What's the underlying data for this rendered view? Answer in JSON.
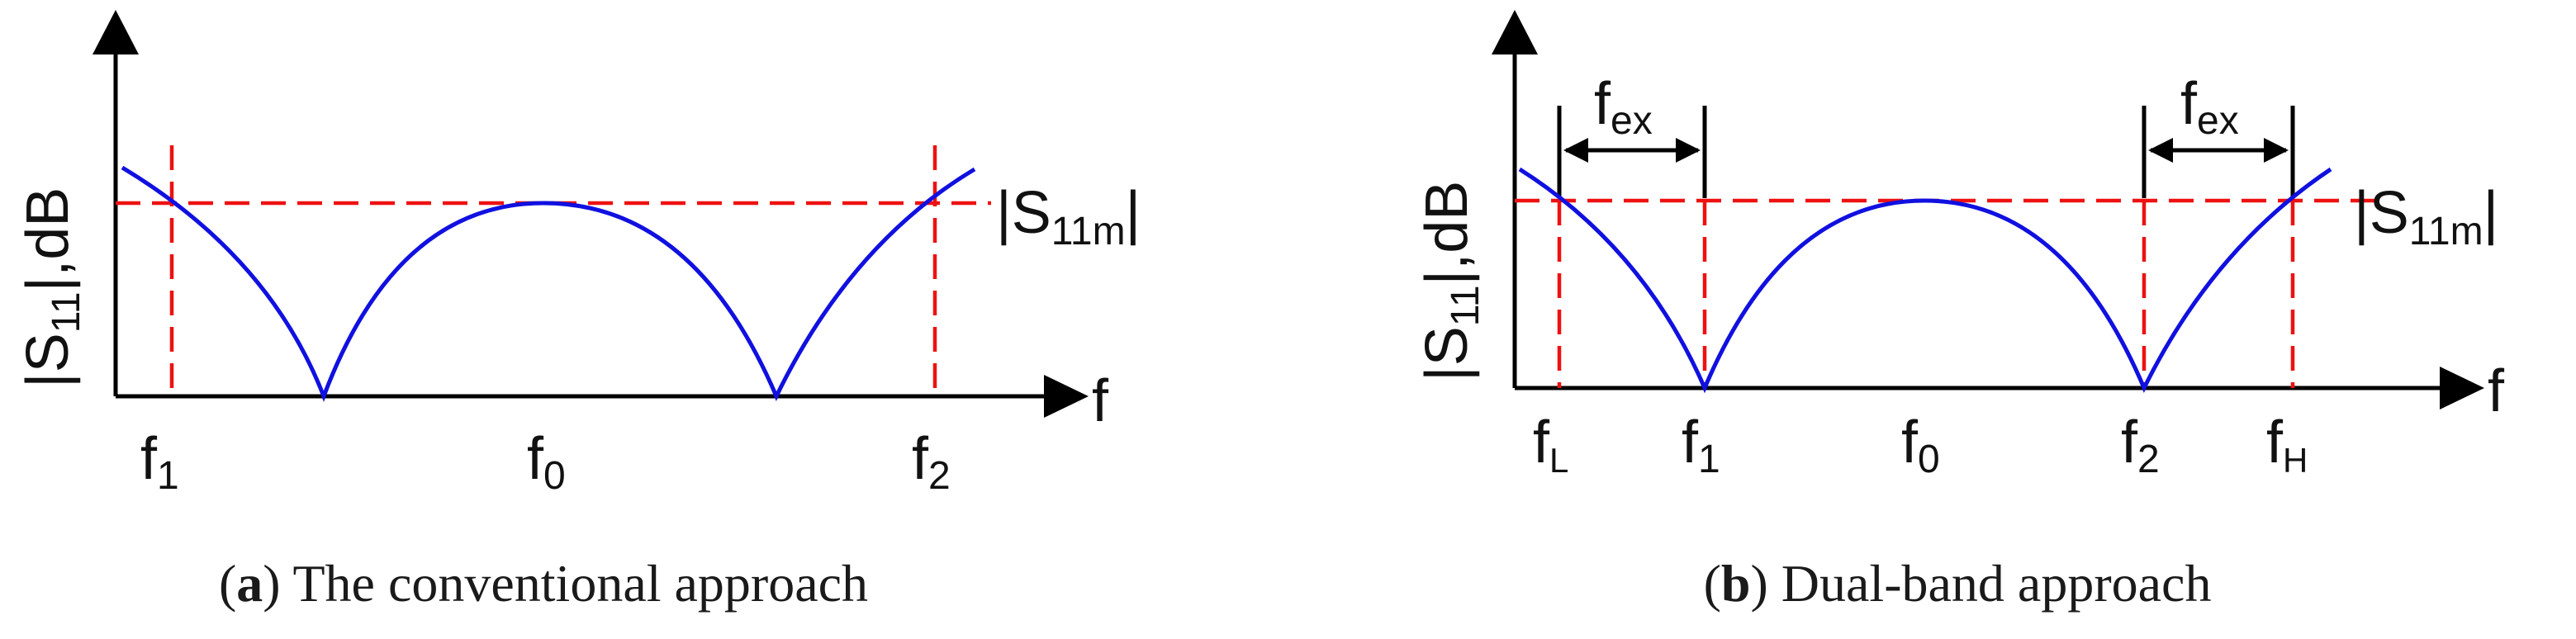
{
  "figure": {
    "colors": {
      "axis": "#000000",
      "curve": "#1010e0",
      "guide": "#ee1111",
      "text": "#111111"
    },
    "panel_a": {
      "ylabel": {
        "main": "|S",
        "sub": "11",
        "tail": "|,dB"
      },
      "xlabel": "f",
      "level_label": {
        "main": "|S",
        "sub": "11m",
        "tail": "|"
      },
      "ticks": {
        "f1": {
          "main": "f",
          "sub": "1"
        },
        "f0": {
          "main": "f",
          "sub": "0"
        },
        "f2": {
          "main": "f",
          "sub": "2"
        }
      },
      "caption": {
        "letter": "a",
        "text": " The conventional approach"
      }
    },
    "panel_b": {
      "ylabel": {
        "main": "|S",
        "sub": "11",
        "tail": "|,dB"
      },
      "xlabel": "f",
      "level_label": {
        "main": "|S",
        "sub": "11m",
        "tail": "|"
      },
      "ticks": {
        "fL": {
          "main": "f",
          "sub": "L"
        },
        "f1": {
          "main": "f",
          "sub": "1"
        },
        "f0": {
          "main": "f",
          "sub": "0"
        },
        "f2": {
          "main": "f",
          "sub": "2"
        },
        "fH": {
          "main": "f",
          "sub": "H"
        }
      },
      "fex_left": {
        "main": "f",
        "sub": "ex"
      },
      "fex_right": {
        "main": "f",
        "sub": "ex"
      },
      "caption": {
        "letter": "b",
        "text": " Dual-band approach"
      }
    }
  }
}
